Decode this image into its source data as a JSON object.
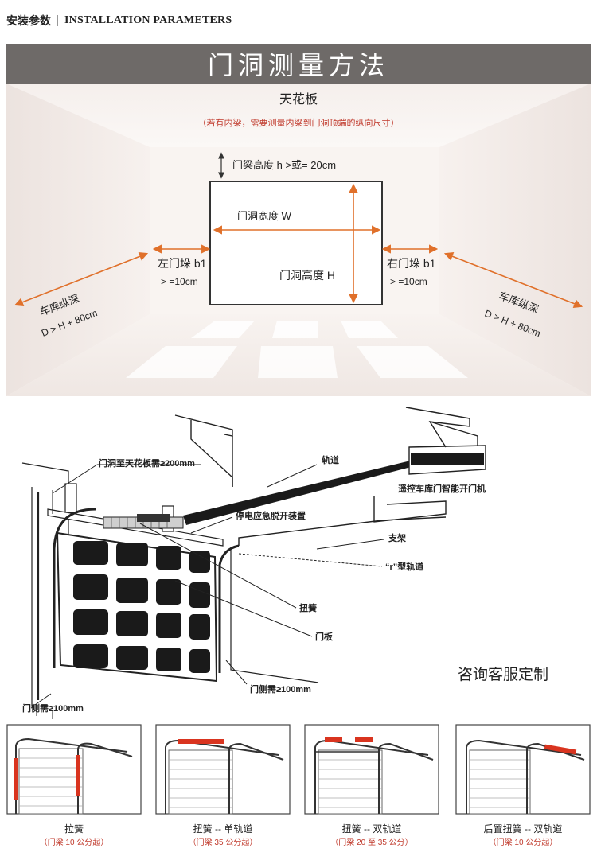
{
  "header": {
    "title_cn": "安装参数",
    "title_en": "INSTALLATION PARAMETERS"
  },
  "banner": {
    "title": "门洞测量方法"
  },
  "room": {
    "ceiling_label": "天花板",
    "ceiling_note": "（若有内梁，需要测量内梁到门洞顶端的纵向尺寸）",
    "beam_label": "门梁高度 h >或= 20cm",
    "width_label": "门洞宽度 W",
    "height_label": "门洞高度 H",
    "left_jamb_label": "左门垛 b1",
    "left_jamb_value": "> =10cm",
    "right_jamb_label": "右门垛 b1",
    "right_jamb_value": "> =10cm",
    "left_depth_label": "车库纵深",
    "left_depth_value": "D > H + 80cm",
    "right_depth_label": "车库纵深",
    "right_depth_value": "D > H + 80cm"
  },
  "garage": {
    "ceiling_gap": "门洞至天花板需≥200mm",
    "track": "轨道",
    "opener": "遥控车库门智能开门机",
    "emergency": "停电应急脱开装置",
    "bracket": "支架",
    "r_track": "“r”型轨道",
    "torsion_spring": "扭簧",
    "door_panel": "门板",
    "side_right": "门侧需≥100mm",
    "side_left": "门侧需≥100mm"
  },
  "consult": "咨询客服定制",
  "variants": [
    {
      "name": "拉簧",
      "note": "（门梁 10 公分起）"
    },
    {
      "name": "扭簧 -- 单轨道",
      "note": "（门梁 35 公分起）"
    },
    {
      "name": "扭簧 -- 双轨道",
      "note": "（门梁 20 至 35 公分）"
    },
    {
      "name": "后置扭簧 -- 双轨道",
      "note": "（门梁 10 公分起）"
    }
  ],
  "colors": {
    "banner": "#6e6a68",
    "arrow": "#e0702a",
    "note": "#c0392b",
    "spring": "#d9341f"
  }
}
